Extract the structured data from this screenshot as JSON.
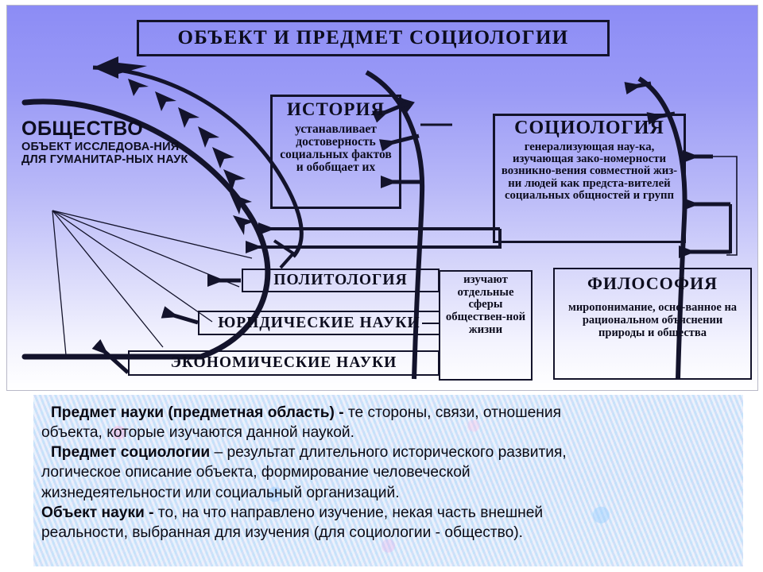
{
  "diagram": {
    "title": "ОБЪЕКТ И ПРЕДМЕТ СОЦИОЛОГИИ",
    "society": {
      "title": "ОБЩЕСТВО",
      "subtitle": "ОБЪЕКТ  ИССЛЕДОВА-НИЯ ДЛЯ ГУМАНИТАР-НЫХ НАУК"
    },
    "history": {
      "header": "ИСТОРИЯ",
      "body": "устанавливает достоверность социальных фактов и обобщает их"
    },
    "sociology": {
      "header": "СОЦИОЛОГИЯ",
      "body": "генерализующая нау-ка, изучающая зако-номерности возникно-вения совместной жиз-ни людей как предста-вителей социальных общностей и групп"
    },
    "philosophy": {
      "header": "ФИЛОСОФИЯ",
      "body": "миропонимание, осно-ванное на рациональном объяснении природы и общества"
    },
    "spheres": {
      "body": "изучают отдельные сферы обществен-ной жизни"
    },
    "disciplines": [
      {
        "label": "ПОЛИТОЛОГИЯ"
      },
      {
        "label": "ЮРИДИЧЕСКИЕ НАУКИ"
      },
      {
        "label": "ЭКОНОМИЧЕСКИЕ  НАУКИ"
      }
    ],
    "colors": {
      "panel_top": "#8c8cf5",
      "panel_bottom": "#ffffff",
      "ink": "#13132b",
      "text_panel_bg": "#cbe2fa"
    }
  },
  "definitions": {
    "line1_bold": "Предмет науки (предметная область) -",
    "line1_rest": " те стороны, связи, отношения",
    "line2": "объекта, которые изучаются данной наукой.",
    "line3_bold": "Предмет социологии",
    "line3_rest": " – результат длительного исторического развития,",
    "line4": "логическое описание объекта, формирование человеческой",
    "line5": "жизнедеятельности или социальный организаций.",
    "line6_bold": "Объект науки -",
    "line6_rest": " то, на что направлено изучение, некая часть внешней",
    "line7": "реальности, выбранная для изучения (для социологии - общество)."
  }
}
